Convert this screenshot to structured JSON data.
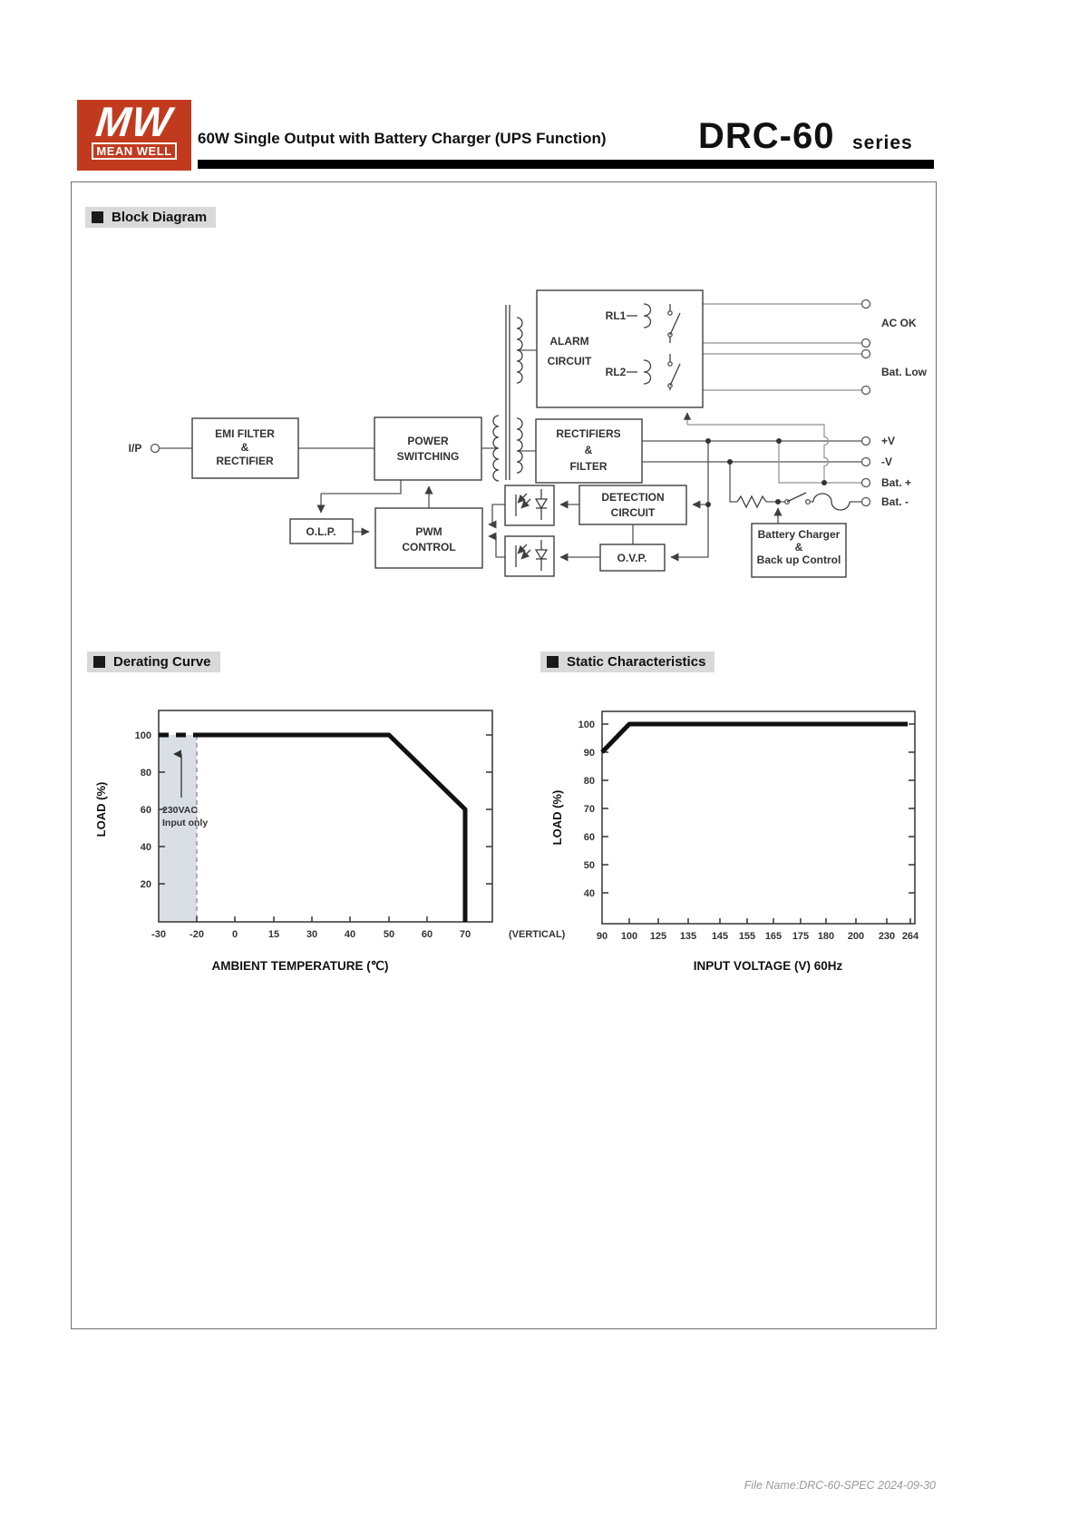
{
  "header": {
    "logo_mw": "MW",
    "logo_name": "MEAN WELL",
    "title": "60W Single Output with Battery Charger (UPS Function)",
    "model": "DRC-60",
    "series_label": "series"
  },
  "sections": {
    "block_diagram": "Block Diagram"
  },
  "colors": {
    "brand_red": "#c23a1e",
    "section_header_bg": "#d9d9d9",
    "derating_shade": "#d9dfe5",
    "curve_black": "#111111"
  },
  "diagram": {
    "input": "I/P",
    "emi_l1": "EMI FILTER",
    "emi_l2": "&",
    "emi_l3": "RECTIFIER",
    "power_l1": "POWER",
    "power_l2": "SWITCHING",
    "alarm_l1": "ALARM",
    "alarm_l2": "CIRCUIT",
    "rl1": "RL1",
    "rl2": "RL2",
    "rect_l1": "RECTIFIERS",
    "rect_l2": "&",
    "rect_l3": "FILTER",
    "det_l1": "DETECTION",
    "det_l2": "CIRCUIT",
    "pwm_l1": "PWM",
    "pwm_l2": "CONTROL",
    "olp": "O.L.P.",
    "ovp": "O.V.P.",
    "chg_l1": "Battery Charger",
    "chg_l2": "&",
    "chg_l3": "Back up Control",
    "t_acok": "AC OK",
    "t_batlow": "Bat. Low",
    "t_vp": "+V",
    "t_vm": "-V",
    "t_batp": "Bat. +",
    "t_batm": "Bat. -"
  },
  "chart_data": [
    {
      "id": "derating",
      "type": "line",
      "title": "Derating Curve",
      "xlabel": "AMBIENT TEMPERATURE (℃)",
      "ylabel": "LOAD (%)",
      "x_note": "(VERTICAL)",
      "xticks": [
        "-30",
        "-20",
        "0",
        "15",
        "30",
        "40",
        "50",
        "60",
        "70"
      ],
      "yticks": [
        "100",
        "80",
        "60",
        "40",
        "20"
      ],
      "ylim": [
        0,
        110
      ],
      "grid": false,
      "series": [
        {
          "name": "load_vs_ambient_temperature",
          "points": [
            [
              -30,
              100
            ],
            [
              -20,
              100
            ],
            [
              50,
              100
            ],
            [
              70,
              60
            ],
            [
              70,
              0
            ]
          ],
          "dashed_segment": [
            [
              -30,
              100
            ],
            [
              -20,
              100
            ]
          ]
        }
      ],
      "annotation": {
        "l1": "230VAC",
        "l2": "Input only",
        "region_x": [
          -30,
          -20
        ]
      }
    },
    {
      "id": "static",
      "type": "line",
      "title": "Static Characteristics",
      "xlabel": "INPUT VOLTAGE (V) 60Hz",
      "ylabel": "LOAD (%)",
      "xticks": [
        "90",
        "100",
        "125",
        "135",
        "145",
        "155",
        "165",
        "175",
        "180",
        "200",
        "230",
        "264"
      ],
      "yticks": [
        "100",
        "90",
        "80",
        "70",
        "60",
        "50",
        "40"
      ],
      "ylim": [
        30,
        105
      ],
      "grid": false,
      "series": [
        {
          "name": "load_vs_input_voltage",
          "points": [
            [
              90,
              90
            ],
            [
              100,
              100
            ],
            [
              264,
              100
            ]
          ]
        }
      ]
    }
  ],
  "footer": {
    "file_info": "File Name:DRC-60-SPEC  2024-09-30"
  }
}
